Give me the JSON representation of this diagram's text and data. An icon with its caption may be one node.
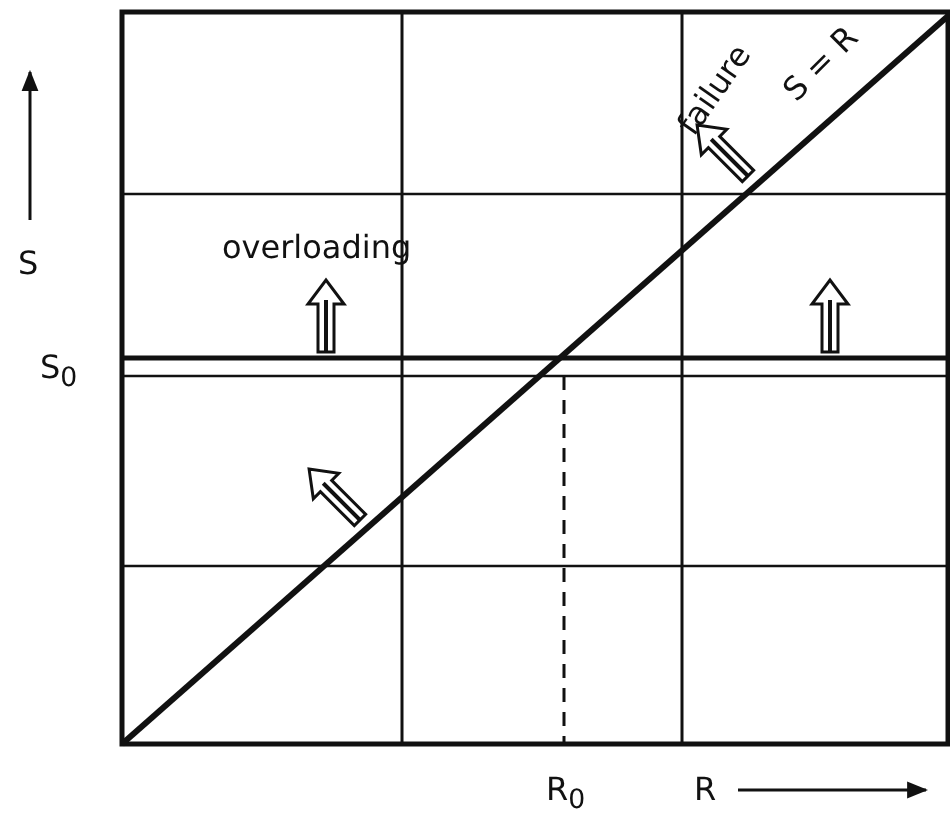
{
  "diagram": {
    "labels": [
      "S",
      "S$_{0}$",
      "overloading",
      "failure",
      "S = R",
      "R$_{0}$",
      "R"
    ]
  }
}
